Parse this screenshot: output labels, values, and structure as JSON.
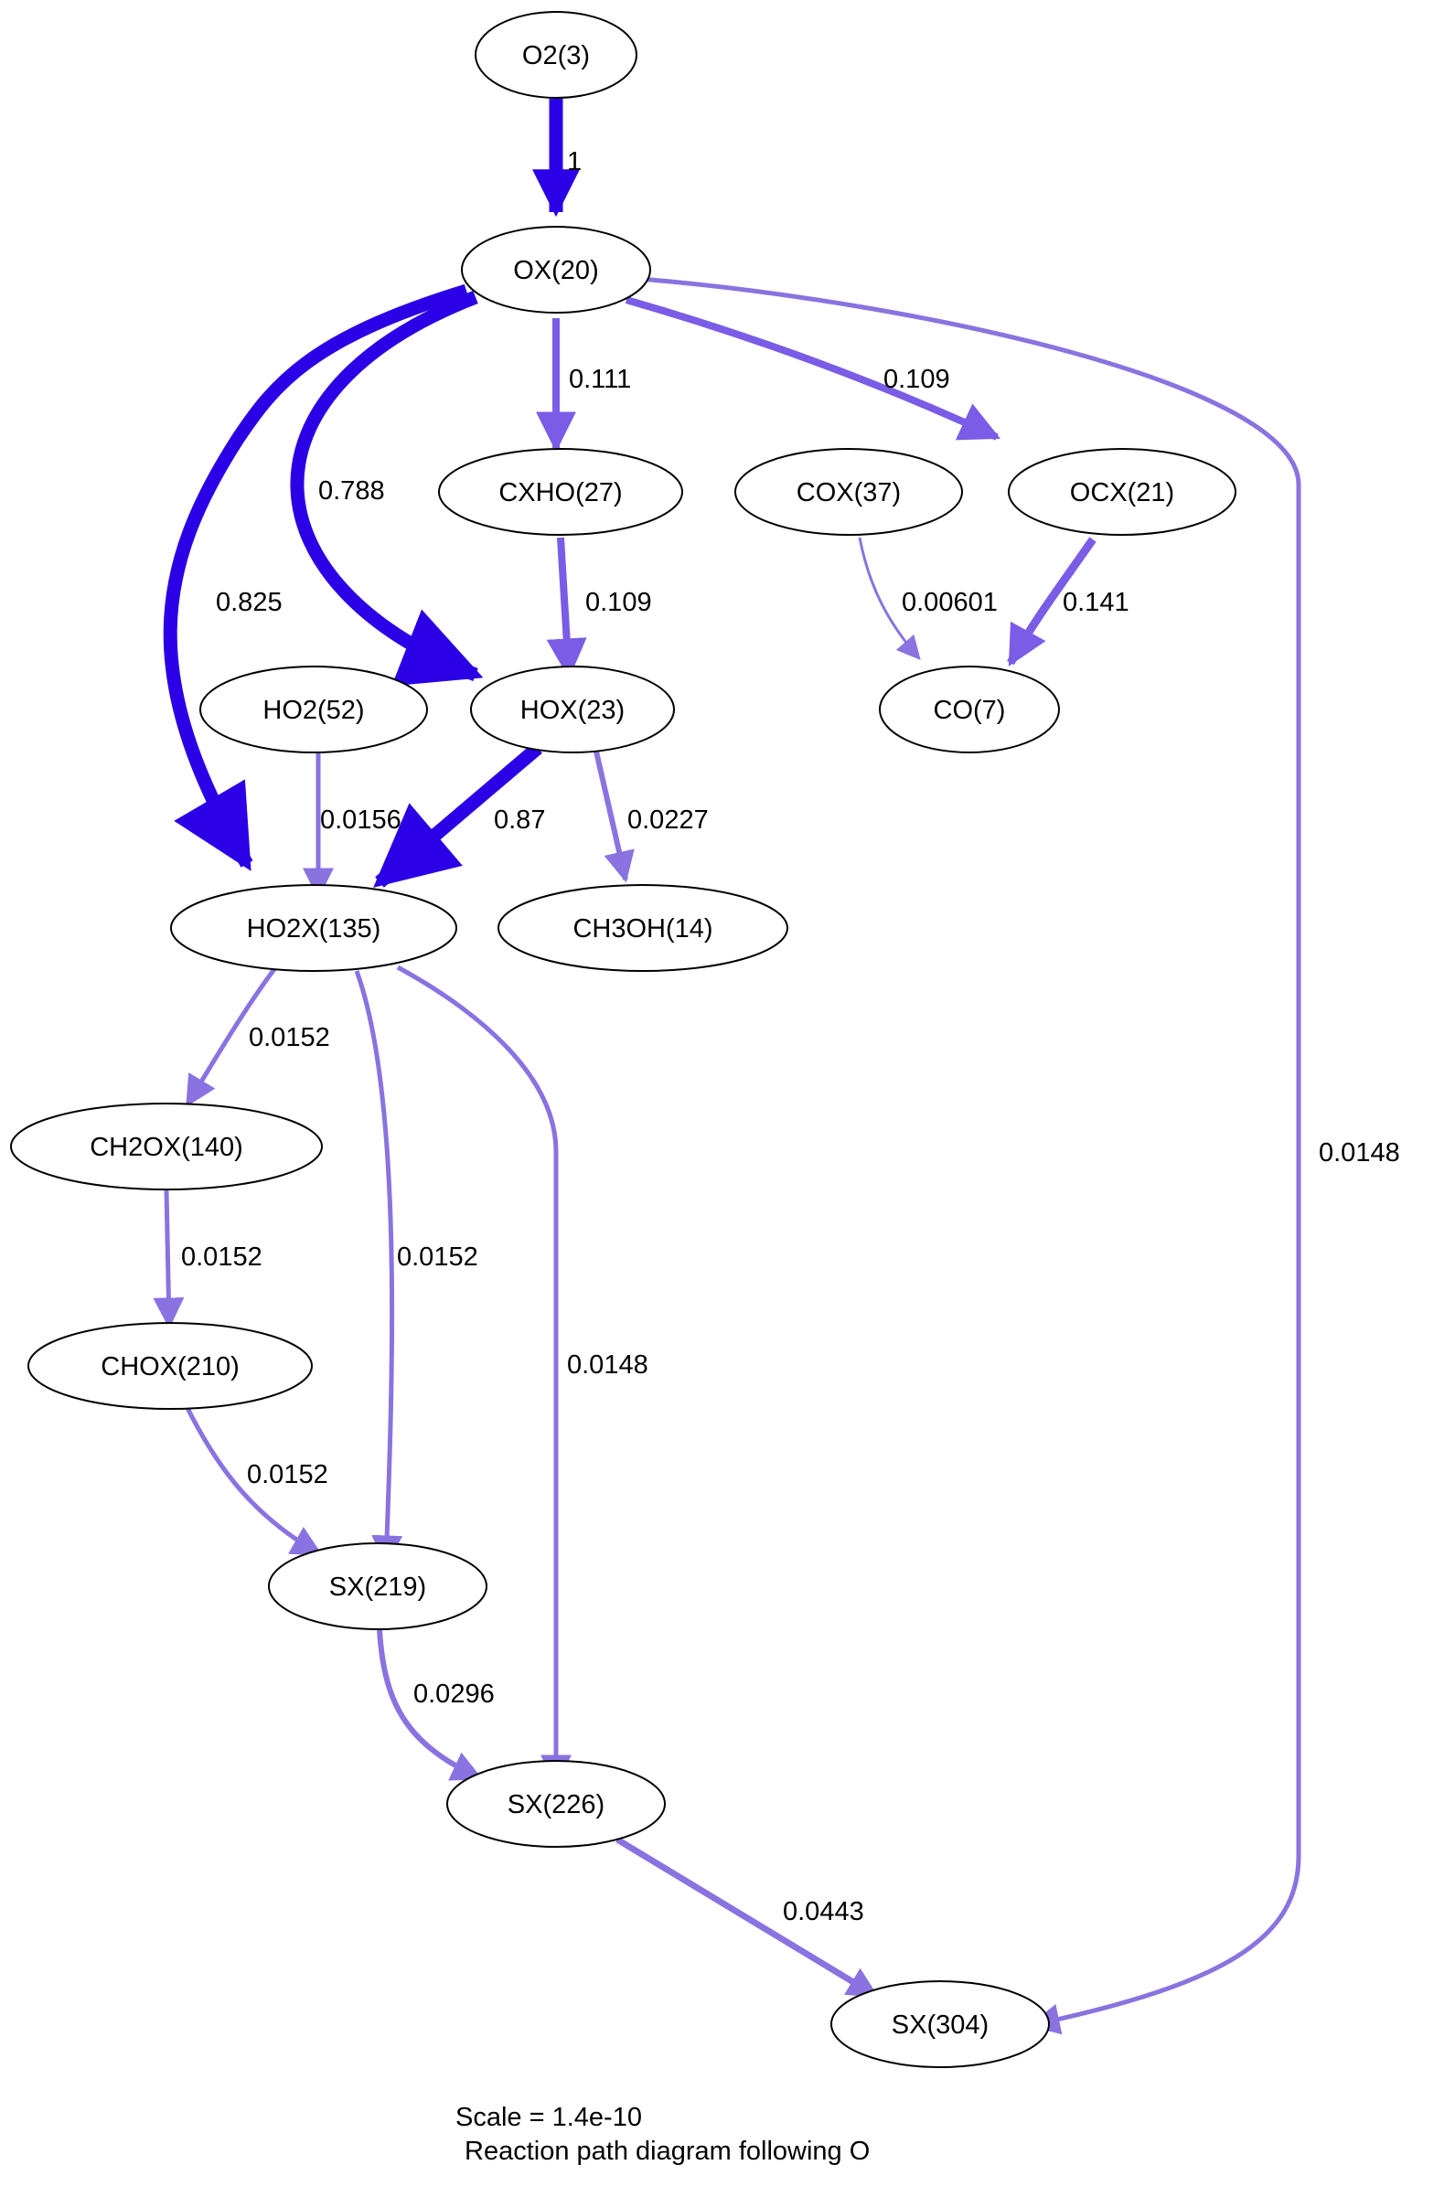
{
  "diagram": {
    "caption": {
      "scale": "Scale = 1.4e-10",
      "title": "Reaction path diagram following O"
    },
    "colors": {
      "strong": "#2b00e6",
      "medium": "#7a5ce6",
      "weak": "#8a72e0",
      "node_stroke": "#000000"
    },
    "nodes": [
      {
        "id": "O2_3",
        "label": "O2(3)"
      },
      {
        "id": "OX_20",
        "label": "OX(20)"
      },
      {
        "id": "CXHO_27",
        "label": "CXHO(27)"
      },
      {
        "id": "COX_37",
        "label": "COX(37)"
      },
      {
        "id": "OCX_21",
        "label": "OCX(21)"
      },
      {
        "id": "HO2_52",
        "label": "HO2(52)"
      },
      {
        "id": "HOX_23",
        "label": "HOX(23)"
      },
      {
        "id": "CO_7",
        "label": "CO(7)"
      },
      {
        "id": "HO2X_135",
        "label": "HO2X(135)"
      },
      {
        "id": "CH3OH_14",
        "label": "CH3OH(14)"
      },
      {
        "id": "CH2OX_140",
        "label": "CH2OX(140)"
      },
      {
        "id": "CHOX_210",
        "label": "CHOX(210)"
      },
      {
        "id": "SX_219",
        "label": "SX(219)"
      },
      {
        "id": "SX_226",
        "label": "SX(226)"
      },
      {
        "id": "SX_304",
        "label": "SX(304)"
      }
    ],
    "edges": [
      {
        "from": "O2_3",
        "to": "OX_20",
        "label": "1"
      },
      {
        "from": "OX_20",
        "to": "CXHO_27",
        "label": "0.111"
      },
      {
        "from": "OX_20",
        "to": "OCX_21",
        "label": "0.109"
      },
      {
        "from": "OX_20",
        "to": "HOX_23",
        "label": "0.788"
      },
      {
        "from": "OX_20",
        "to": "HO2X_135",
        "label": "0.825"
      },
      {
        "from": "OX_20",
        "to": "SX_304",
        "label": "0.0148"
      },
      {
        "from": "CXHO_27",
        "to": "HOX_23",
        "label": "0.109"
      },
      {
        "from": "COX_37",
        "to": "CO_7",
        "label": "0.00601"
      },
      {
        "from": "OCX_21",
        "to": "CO_7",
        "label": "0.141"
      },
      {
        "from": "HO2_52",
        "to": "HO2X_135",
        "label": "0.0156"
      },
      {
        "from": "HOX_23",
        "to": "HO2X_135",
        "label": "0.87"
      },
      {
        "from": "HOX_23",
        "to": "CH3OH_14",
        "label": "0.0227"
      },
      {
        "from": "HO2X_135",
        "to": "CH2OX_140",
        "label": "0.0152"
      },
      {
        "from": "HO2X_135",
        "to": "SX_219",
        "label": "0.0152"
      },
      {
        "from": "HO2X_135",
        "to": "SX_226",
        "label": "0.0148"
      },
      {
        "from": "CH2OX_140",
        "to": "CHOX_210",
        "label": "0.0152"
      },
      {
        "from": "CHOX_210",
        "to": "SX_219",
        "label": "0.0152"
      },
      {
        "from": "SX_219",
        "to": "SX_226",
        "label": "0.0296"
      },
      {
        "from": "SX_226",
        "to": "SX_304",
        "label": "0.0443"
      }
    ]
  }
}
